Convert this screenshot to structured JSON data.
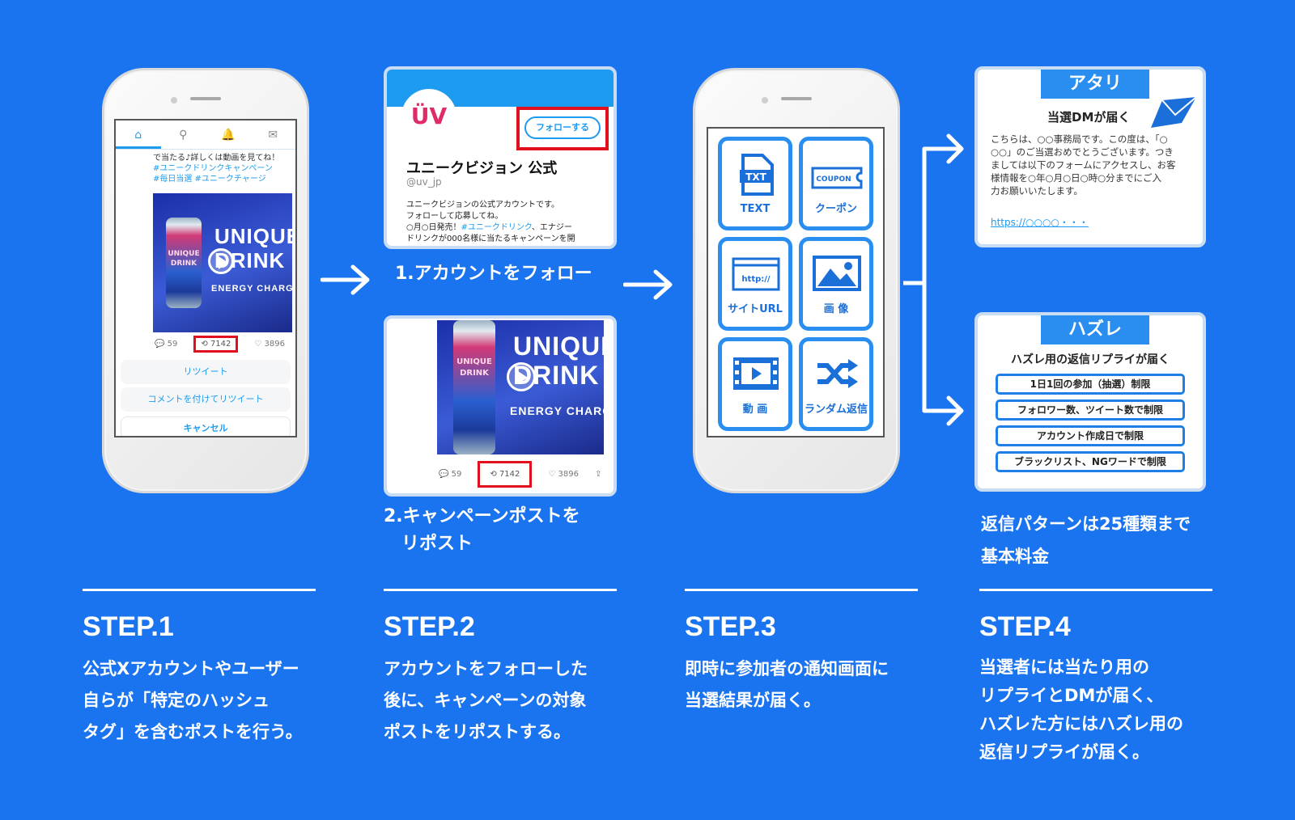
{
  "step1": {
    "tabs": [
      "⌂",
      "⚲",
      "🔔",
      "✉"
    ],
    "tweet_text": "で当たる♪詳しくは動画を見てね！",
    "tweet_tags": "#ユニークドリンクキャンペーン\n#毎日当選 #ユニークチャージ",
    "brand": {
      "line1": "UNIQUE",
      "line2": "DRINK",
      "line3": "ENERGY CHARGE",
      "can1": "UNIQUE",
      "can2": "DRINK"
    },
    "reply_count": "59",
    "retweet_count": "7142",
    "like_count": "3896",
    "retweet_option": "リツイート",
    "quote_option": "コメントを付けてリツイート",
    "cancel": "キャンセル",
    "heading": "STEP.1",
    "description": "公式Xアカウントやユーザー\n自らが「特定のハッシュ\nタグ」を含むポストを行う。"
  },
  "step2": {
    "profile": {
      "logo": "ÜV",
      "follow_button": "フォローする",
      "name": "ユニークビジョン 公式",
      "handle": "@uv_jp",
      "bio1": "ユニークビジョンの公式アカウントです。",
      "bio2": "フォローして応募してね。",
      "bio3_pre": "○月○日発売！",
      "bio3_tag": "#ユニークドリンク",
      "bio3_post": "、エナジー",
      "bio4": "ドリンクが000名様に当たるキャンペーンを開"
    },
    "caption1": "1.アカウントをフォロー",
    "post": {
      "reply_count": "59",
      "retweet_count": "7142",
      "like_count": "3896"
    },
    "caption2": "2.キャンペーンポストを\n　リポスト",
    "heading": "STEP.2",
    "description": "アカウントをフォローした\n後に、キャンペーンの対象\nポストをリポストする。"
  },
  "step3": {
    "buttons": [
      {
        "label": "TEXT",
        "icon": "TXT"
      },
      {
        "label": "クーポン",
        "icon": "COUPON"
      },
      {
        "label": "サイトURL",
        "icon": "http://"
      },
      {
        "label": "画 像",
        "icon": "image-icon"
      },
      {
        "label": "動 画",
        "icon": "video-icon"
      },
      {
        "label": "ランダム返信",
        "icon": "shuffle-icon"
      }
    ],
    "heading": "STEP.3",
    "description": "即時に参加者の通知画面に\n当選結果が届く。"
  },
  "step4": {
    "win": {
      "title": "アタリ",
      "subtitle": "当選DMが届く",
      "body": "こちらは、○○事務局です。この度は、「○\n○○」のご当選おめでとうございます。つき\nましては以下のフォームにアクセスし、お客\n様情報を○年○月○日○時○分までにご入\n力お願いいたします。",
      "link": "https://○○○○・・・"
    },
    "lose": {
      "title": "ハズレ",
      "subtitle": "ハズレ用の返信リプライが届く",
      "limits": [
        "1日1回の参加（抽選）制限",
        "フォロワー数、ツイート数で制限",
        "アカウント作成日で制限",
        "ブラックリスト、NGワードで制限"
      ]
    },
    "note": "返信パターンは25種類まで\n基本料金",
    "heading": "STEP.4",
    "description": "当選者には当たり用の\nリプライとDMが届く、\nハズレた方にはハズレ用の\n返信リプライが届く。"
  },
  "colors": {
    "background": "#1a74f0",
    "accent_red": "#e0101e",
    "accent_blue": "#2a8ef0",
    "win_header": "#2a8ef0"
  }
}
